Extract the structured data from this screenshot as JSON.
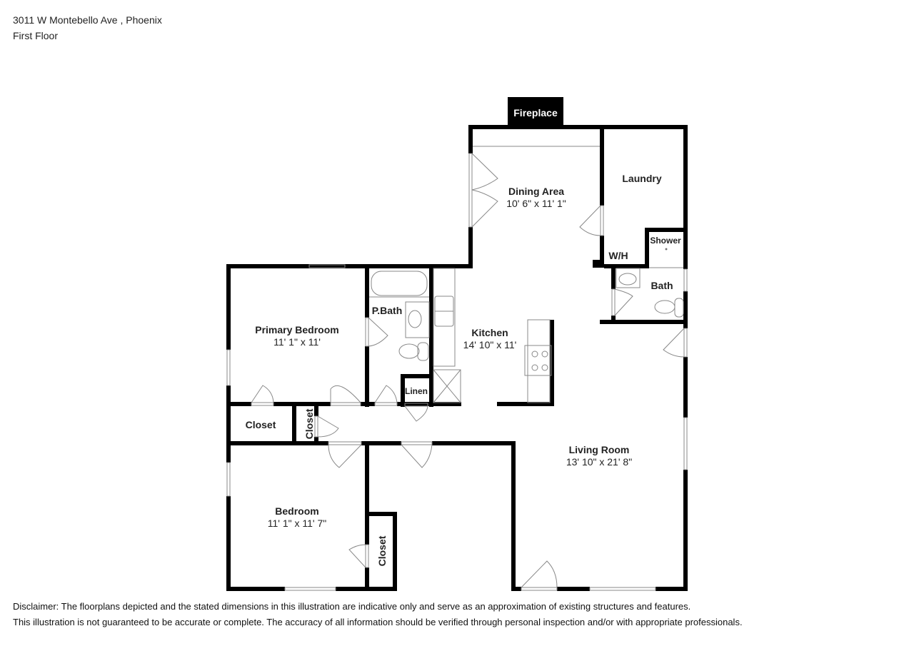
{
  "header": {
    "address": "3011 W Montebello Ave , Phoenix",
    "floor": "First Floor"
  },
  "rooms": {
    "fireplace": {
      "label": "Fireplace"
    },
    "dining": {
      "label": "Dining Area",
      "dims": "10' 6\" x 11' 1\""
    },
    "laundry": {
      "label": "Laundry"
    },
    "wh": {
      "label": "W/H"
    },
    "shower": {
      "label": "Shower"
    },
    "bath": {
      "label": "Bath"
    },
    "pbath": {
      "label": "P.Bath"
    },
    "primary_bedroom": {
      "label": "Primary Bedroom",
      "dims": "11' 1\" x 11'"
    },
    "kitchen": {
      "label": "Kitchen",
      "dims": "14' 10\" x 11'"
    },
    "linen": {
      "label": "Linen"
    },
    "closet1": {
      "label": "Closet"
    },
    "closet2": {
      "label": "Closet"
    },
    "closet3": {
      "label": "Closet"
    },
    "bedroom": {
      "label": "Bedroom",
      "dims": "11' 1\" x 11' 7\""
    },
    "living": {
      "label": "Living Room",
      "dims": "13' 10\" x 21' 8\""
    }
  },
  "disclaimer": {
    "line1": "Disclaimer: The floorplans depicted and the stated dimensions in this illustration are indicative only and serve as an approximation of existing structures and features.",
    "line2": "This illustration is not guaranteed to be accurate or complete. The accuracy of all information should be verified through personal inspection and/or with appropriate professionals."
  },
  "colors": {
    "wall": "#000000",
    "fixture": "#888888",
    "background": "#ffffff"
  }
}
